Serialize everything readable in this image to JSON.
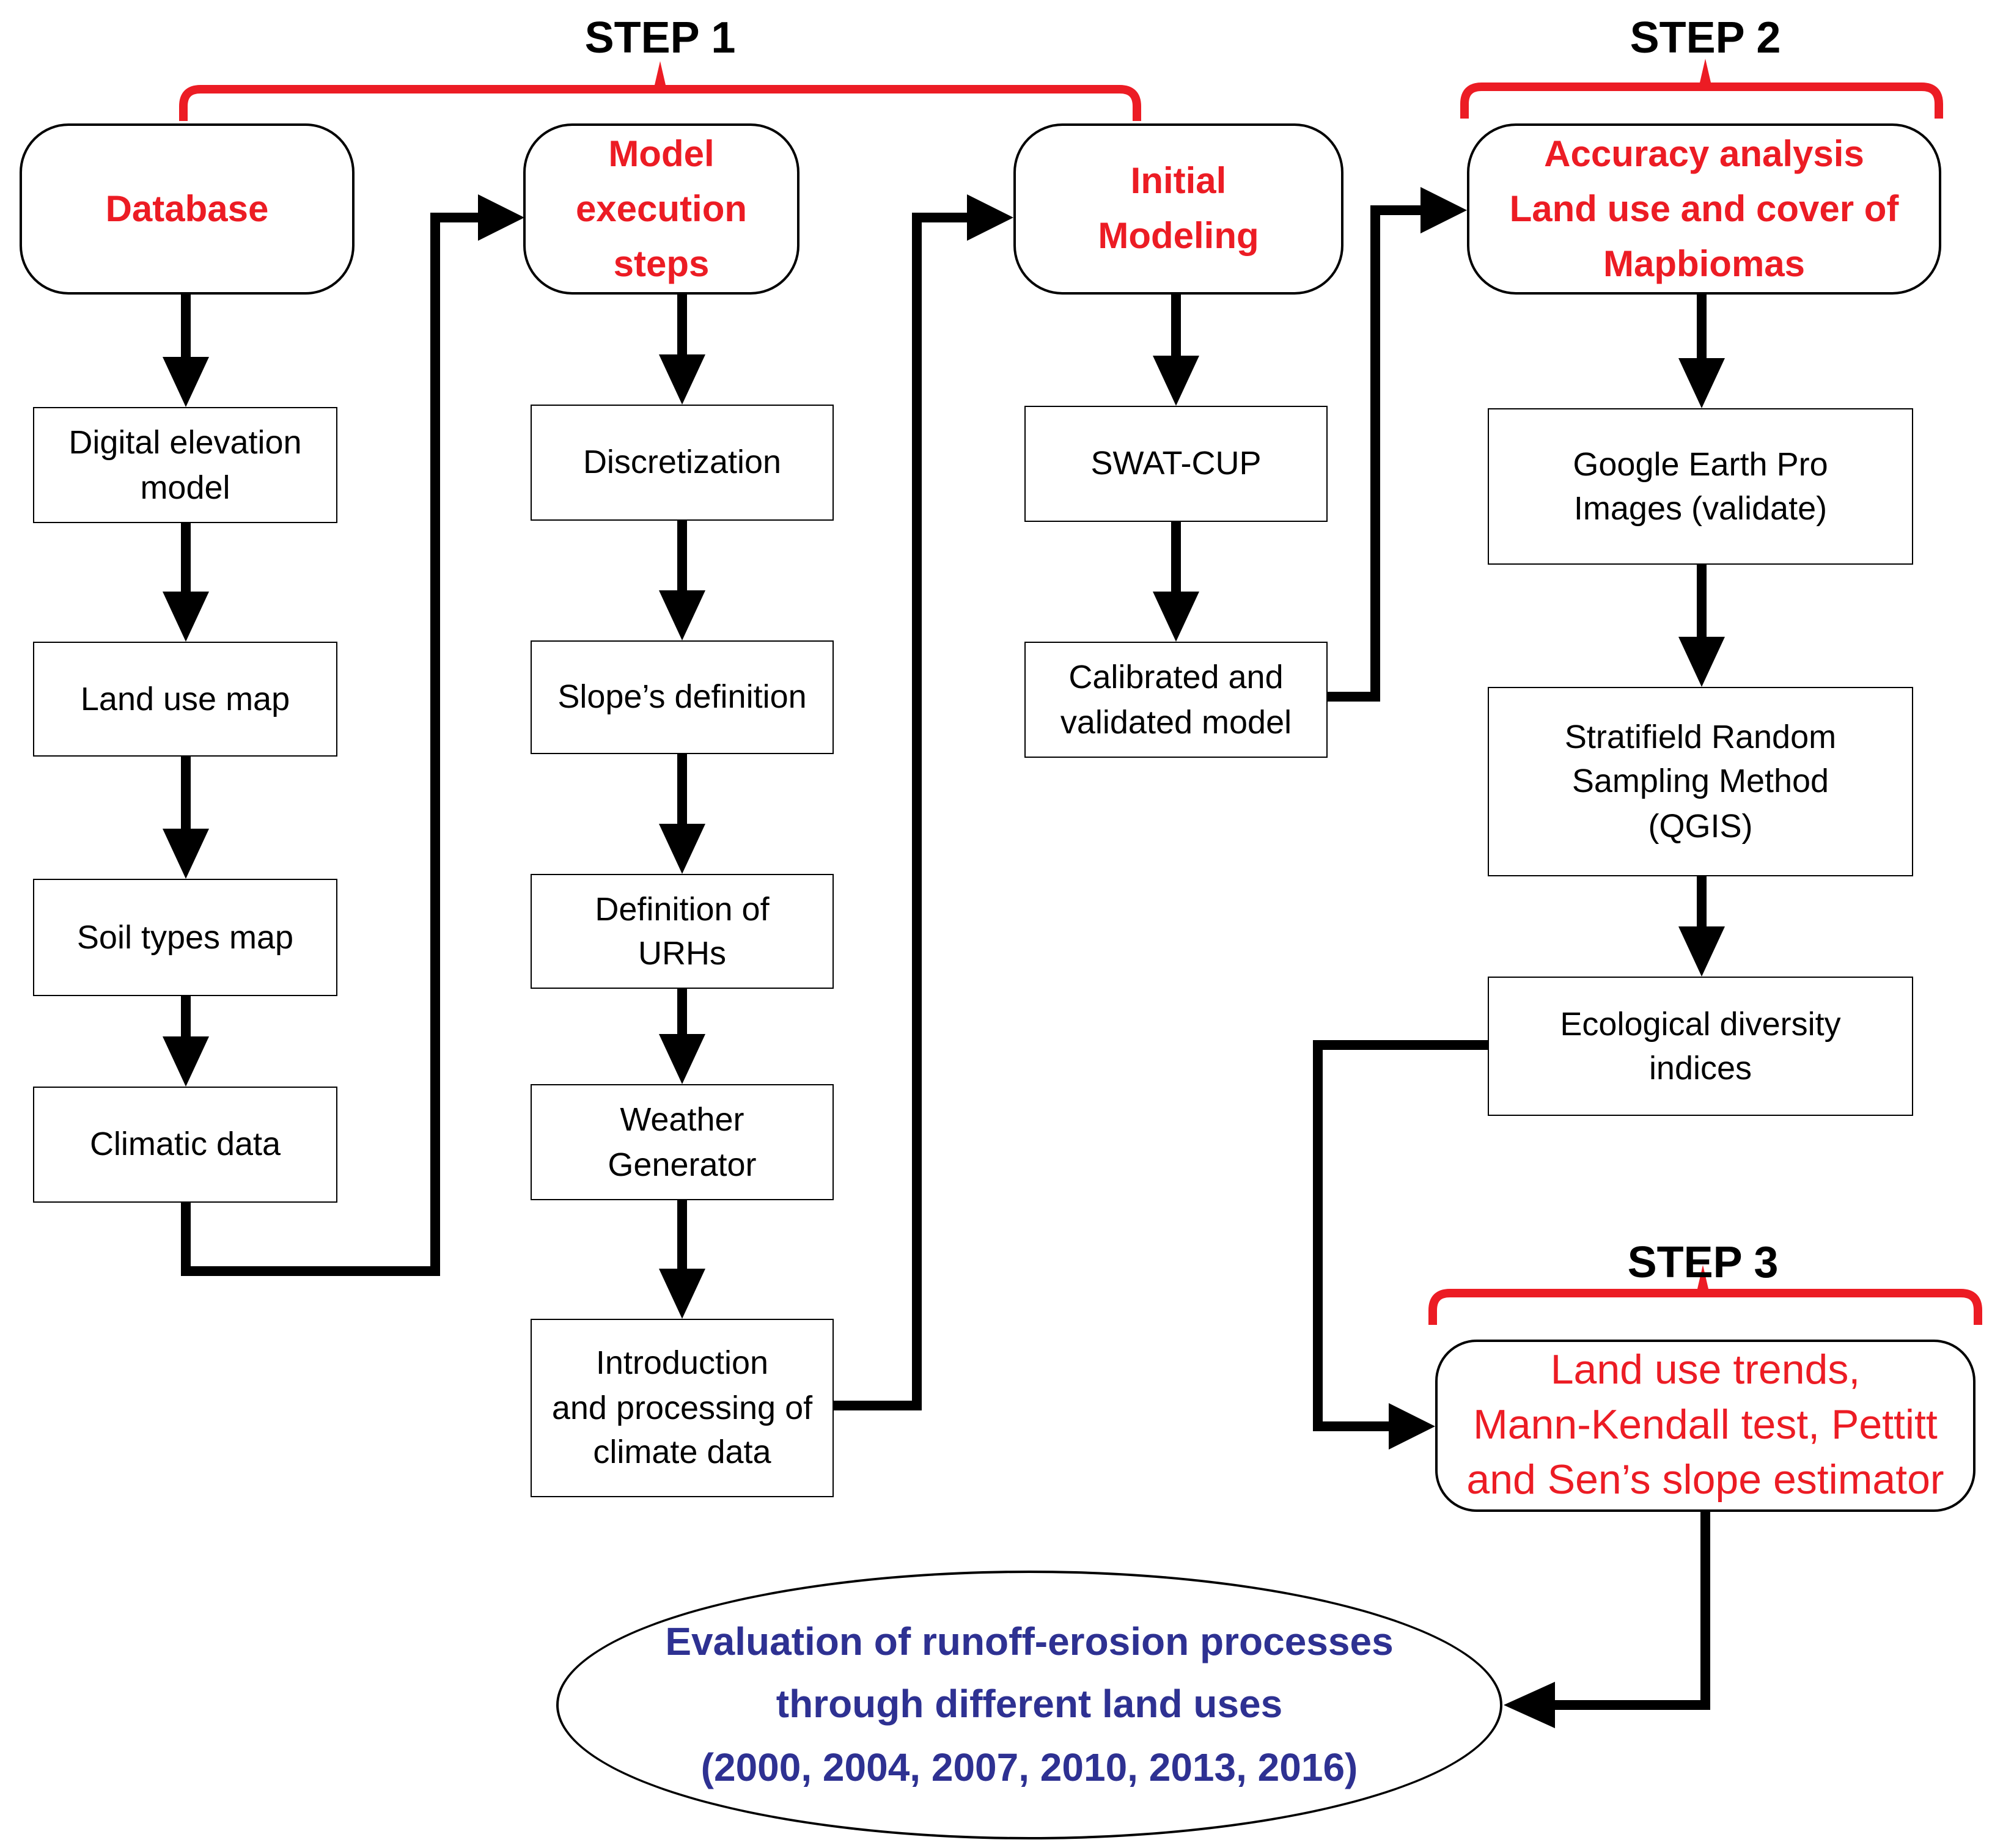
{
  "colors": {
    "red": "#EC1C24",
    "navy": "#2E3192",
    "black": "#000000"
  },
  "steps": {
    "step1": "STEP 1",
    "step2": "STEP 2",
    "step3": "STEP 3"
  },
  "nodes": {
    "database": "Database",
    "model_execution": "Model\nexecution\nsteps",
    "initial_modeling": "Initial\nModeling",
    "accuracy_analysis": "Accuracy analysis\nLand use and cover of\nMapbiomas",
    "dem": "Digital elevation\nmodel",
    "land_use_map": "Land use map",
    "soil_types_map": "Soil types map",
    "climatic_data": "Climatic data",
    "discretization": "Discretization",
    "slope_definition": "Slope’s definition",
    "definition_urhs": "Definition of\nURHs",
    "weather_generator": "Weather\nGenerator",
    "intro_climate": "Introduction\nand processing of\nclimate data",
    "swat_cup": "SWAT-CUP",
    "calibrated_model": "Calibrated and\nvalidated model",
    "google_earth": "Google Earth Pro\nImages (validate)",
    "stratified_sampling": "Stratifield Random\nSampling Method\n(QGIS)",
    "ecological_indices": "Ecological diversity\nindices",
    "land_use_trends": "Land use trends,\nMann-Kendall test, Pettitt\nand Sen’s slope estimator",
    "evaluation": "Evaluation of runoff-erosion processes\nthrough different land uses\n(2000, 2004, 2007, 2010, 2013, 2016)"
  }
}
